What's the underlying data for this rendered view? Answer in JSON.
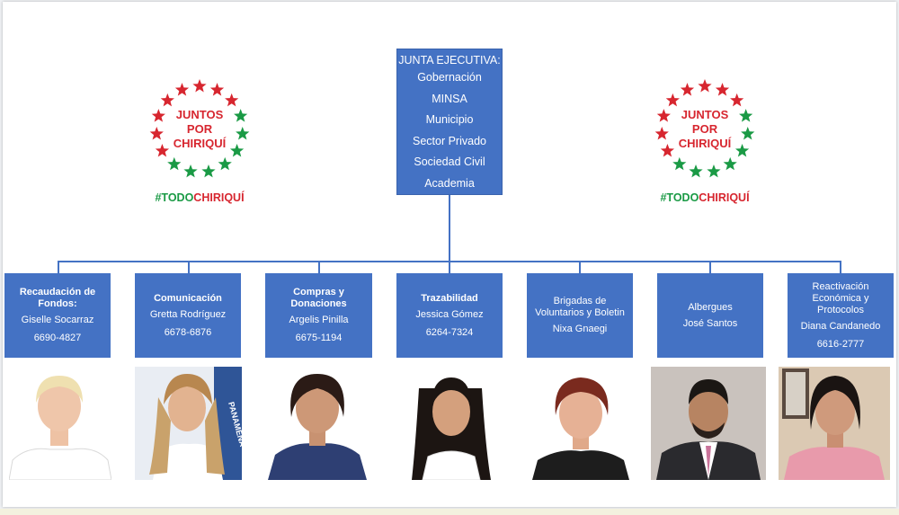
{
  "executive": {
    "title": "JUNTA EJECUTIVA:",
    "members": [
      "Gobernación",
      "MINSA",
      "Municipio",
      "Sector Privado",
      "Sociedad Civil",
      "Academia"
    ]
  },
  "logo": {
    "line1": "JUNTOS",
    "line2": "POR",
    "line3": "CHIRIQUÍ",
    "hashtag_a": "#TODO",
    "hashtag_b": "CHIRIQUÍ",
    "colors": {
      "red": "#d7262f",
      "green": "#1a9a45"
    }
  },
  "departments": [
    {
      "name": "Recaudación de Fondos:",
      "person": "Giselle Socarraz",
      "phone": "6690-4827"
    },
    {
      "name": "Comunicación",
      "person": "Gretta Rodríguez",
      "phone": "6678-6876"
    },
    {
      "name": "Compras y Donaciones",
      "person": "Argelis Pinilla",
      "phone": "6675-1194"
    },
    {
      "name": "Trazabilidad",
      "person": "Jessica Gómez",
      "phone": "6264-7324"
    },
    {
      "name": "Brigadas de Voluntarios y Boletin",
      "person": "Nixa Gnaegi",
      "phone": ""
    },
    {
      "name": "Albergues",
      "person": "José Santos",
      "phone": ""
    },
    {
      "name": "Reactivación Económica y Protocolos",
      "person": "Diana Candanedo",
      "phone": "6616-2777"
    }
  ],
  "photo_text": {
    "banner": "PANAMEÑA"
  },
  "colors": {
    "box": "#4472c4",
    "line": "#4472c4"
  }
}
